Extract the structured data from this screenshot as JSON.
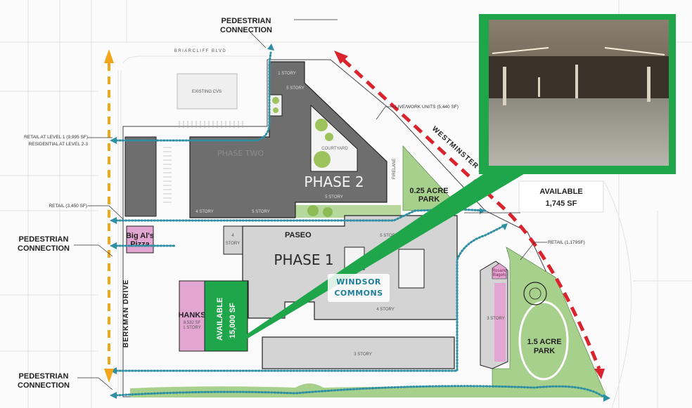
{
  "roads": {
    "top": "BRIARCLIFF BLVD",
    "left": "BERKMAN DRIVE",
    "right": "WESTMINSTER DRIVE"
  },
  "callouts": {
    "ped_top": [
      "PEDESTRIAN",
      "CONNECTION"
    ],
    "ped_mid": [
      "PEDESTRIAN",
      "CONNECTION"
    ],
    "ped_bottom": [
      "PEDESTRIAN",
      "CONNECTION"
    ],
    "retail_level1": [
      "RETAIL AT LEVEL 1 (9,995 SF)",
      "RESIDENTIAL AT LEVEL 2-3"
    ],
    "retail_3450": "RETAIL (3,450 SF)",
    "live_work": "LIVE/WORK UNITS (5,440 SF)",
    "retail_1179": "RETAIL (1,179SF)",
    "paseo": "PASEO"
  },
  "buildings": {
    "existing_cvs": "EXISTING CVS",
    "phase_two_label": "PHASE TWO",
    "phase2": "PHASE 2",
    "phase1": "PHASE 1",
    "courtyard": "COURTYARD",
    "fire_lane": "FIRELANE",
    "stories": {
      "s1": "1 STORY",
      "s5a": "5 STORY",
      "s5b": "5 STORY",
      "s4a": "4 STORY",
      "s5c": "5 STORY",
      "s4b": [
        "4",
        "STORY"
      ],
      "s5d": "5 STORY",
      "s4c": "4 STORY",
      "s3a": "3 STORY",
      "s3b": "3 STORY"
    },
    "big_als": [
      "Big Al's",
      "Pizza"
    ],
    "hanks": [
      "HANKS",
      "8,532 SF",
      "1 STORY"
    ],
    "rosario": [
      "Rosario",
      "Bagels"
    ]
  },
  "parks": {
    "small": [
      "0.25 ACRE",
      "PARK"
    ],
    "large": [
      "1.5 ACRE",
      "PARK"
    ]
  },
  "available": {
    "main": [
      "AVAILABLE",
      "15,000 SF"
    ],
    "small": [
      "AVAILABLE",
      "1,745 SF"
    ]
  },
  "logo": [
    "WINDSOR",
    "COMMONS"
  ],
  "colors": {
    "available_green": "#1fa64a",
    "tenant_pink": "#e3a6d2",
    "park_green": "#a8d08d",
    "pedestrian_teal": "#2e8fa3",
    "route_red": "#d9232d",
    "route_orange": "#f2a71b"
  }
}
